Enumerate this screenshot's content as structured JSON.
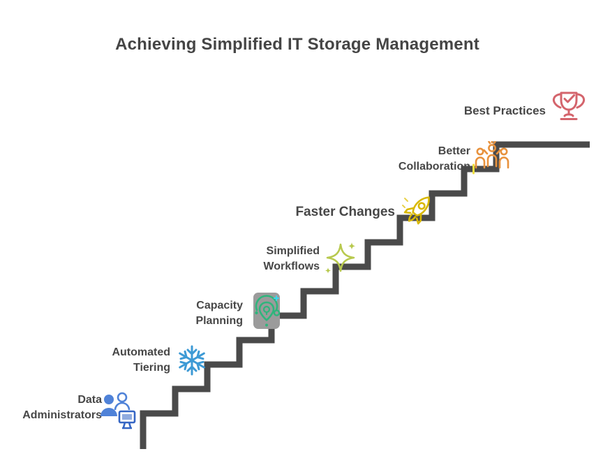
{
  "title": "Achieving Simplified IT Storage Management",
  "colors": {
    "background": "#ffffff",
    "staircase": "#4a4a4a",
    "label_text": "#474747",
    "title_text": "#454545",
    "admin_blue": "#4f82d8",
    "monitor_blue": "#3566c4",
    "snowflake_blue": "#3d9ad5",
    "idea_green": "#2fb57c",
    "tile_gray": "#9b9b9b",
    "sparkle_green": "#b8c94e",
    "rocket_yellow": "#d9b800",
    "team_orange": "#e8923d",
    "confetti_yellow": "#f0df3f",
    "trophy_red": "#d4646c"
  },
  "steps": [
    {
      "id": "administrators",
      "icon": "team-computer-icon",
      "color": "#4f82d8",
      "label_lines": {
        "0": "Data",
        "1": "Administrators"
      }
    },
    {
      "id": "tiering",
      "icon": "snowflake-icon",
      "color": "#3d9ad5",
      "label_lines": {
        "0": "Automated",
        "1": "Tiering"
      }
    },
    {
      "id": "capacity",
      "icon": "idea-pin-icon",
      "color": "#2fb57c",
      "label_lines": {
        "0": "Capacity",
        "1": "Planning"
      }
    },
    {
      "id": "workflows",
      "icon": "sparkles-icon",
      "color": "#b8c94e",
      "label_lines": {
        "0": "Simplified",
        "1": "Workflows"
      }
    },
    {
      "id": "changes",
      "icon": "rocket-icon",
      "color": "#d9b800",
      "label_lines": {
        "0": "Faster Changes"
      }
    },
    {
      "id": "collaboration",
      "icon": "team-celebration-icon",
      "color": "#e8923d",
      "label_lines": {
        "0": "Better",
        "1": "Collaboration"
      }
    },
    {
      "id": "best",
      "icon": "trophy-icon",
      "color": "#d4646c",
      "label_lines": {
        "0": "Best Practices"
      }
    }
  ]
}
